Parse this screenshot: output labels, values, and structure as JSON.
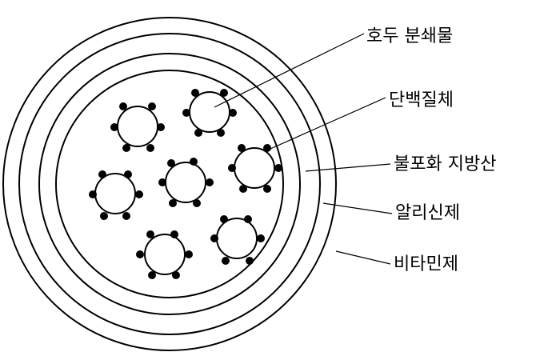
{
  "labels": {
    "walnut_powder": "호두 분쇄물",
    "protein": "단백질체",
    "unsaturated_fat": "불포화 지방산",
    "alkali_agent": "알리신제",
    "vitamin_agent": "비타민제"
  },
  "colors": {
    "stroke": "#000000",
    "background": "#ffffff"
  }
}
